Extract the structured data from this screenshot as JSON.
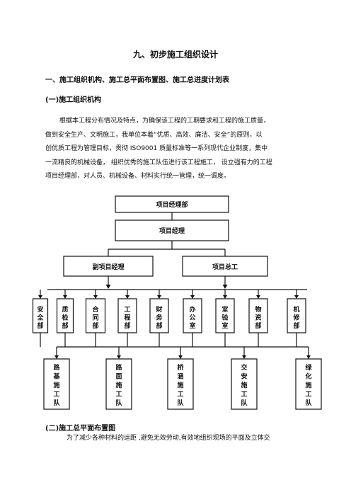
{
  "doc": {
    "title": "九、初步施工组织设计",
    "section1": "一、施工组织机构、施工总平面布置图、施工总进度计划表",
    "sub1": "(一)施工组织机构",
    "paragraph_lines": [
      "根据本工程分布情况及特点，为确保该工程的工期要求和工程的施工质量，",
      "做到安全生产、文明施工，我单位本着“优质、高效、廉洁、安全”的原则，以",
      "创优质工程为管理目标，贯彻  ISO9001 质量标准等一系列现代企业制度，集中",
      "一流精良的机械设备，  组织优秀的施工队伍进行该工程施工，  设立强有力的工程",
      "项目经理部，对人员、机械设备、材料实行统一管理，统一调度。"
    ],
    "sub2": "(二)施工总平面布置图",
    "paragraph2": "为了减少各种材料的运距  ,避免无效劳动,有效地组织现场的平面及立体交"
  },
  "org": {
    "top1": "项目经理部",
    "top2": "项目经理",
    "mid_left": "副项目经理",
    "mid_right": "项目总工",
    "departments": [
      [
        "安",
        "全",
        "部"
      ],
      [
        "质",
        "检",
        "部"
      ],
      [
        "合",
        "同",
        "部"
      ],
      [
        "工",
        "程",
        "部"
      ],
      [
        "财",
        "务",
        "部"
      ],
      [
        "办",
        "公",
        "室"
      ],
      [
        "室",
        "验",
        "室"
      ],
      [
        "物",
        "资",
        "部"
      ],
      [
        "机",
        "修",
        "部"
      ]
    ],
    "teams": [
      [
        "路",
        "基",
        "施",
        "工",
        "队"
      ],
      [
        "路",
        "面",
        "施",
        "工",
        "队"
      ],
      [
        "桥",
        "涵",
        "施",
        "工",
        "队"
      ],
      [
        "交",
        "安",
        "施",
        "工",
        "队"
      ],
      [
        "绿",
        "化",
        "施",
        "工",
        "队"
      ]
    ]
  }
}
